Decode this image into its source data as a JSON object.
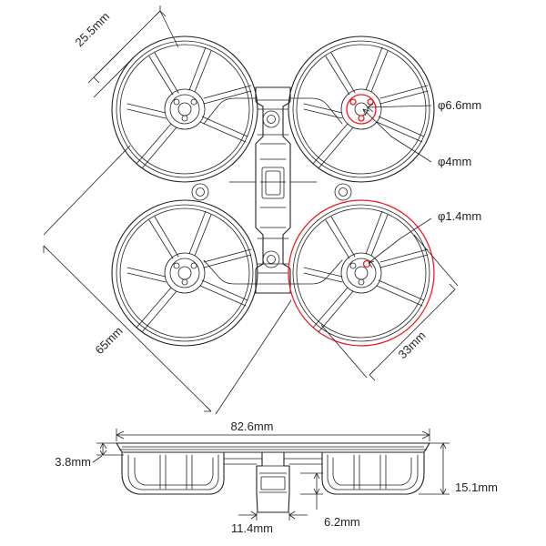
{
  "drawing": {
    "title": "Drone frame technical drawing",
    "views": {
      "top": "top-view",
      "side": "side-view"
    },
    "colors": {
      "line": "#231f20",
      "highlight": "#ed1c24",
      "background": "#ffffff"
    },
    "dimensions": {
      "prop_duct_diameter": "25.5mm",
      "diagonal": "65mm",
      "motor_mount_hole": "φ6.6mm",
      "screw_hole": "φ4mm",
      "small_hole": "φ1.4mm",
      "duct_span": "33mm",
      "width": "82.6mm",
      "top_deck_thickness": "3.8mm",
      "overall_height": "15.1mm",
      "center_width": "11.4mm",
      "battery_slot": "6.2mm"
    }
  }
}
